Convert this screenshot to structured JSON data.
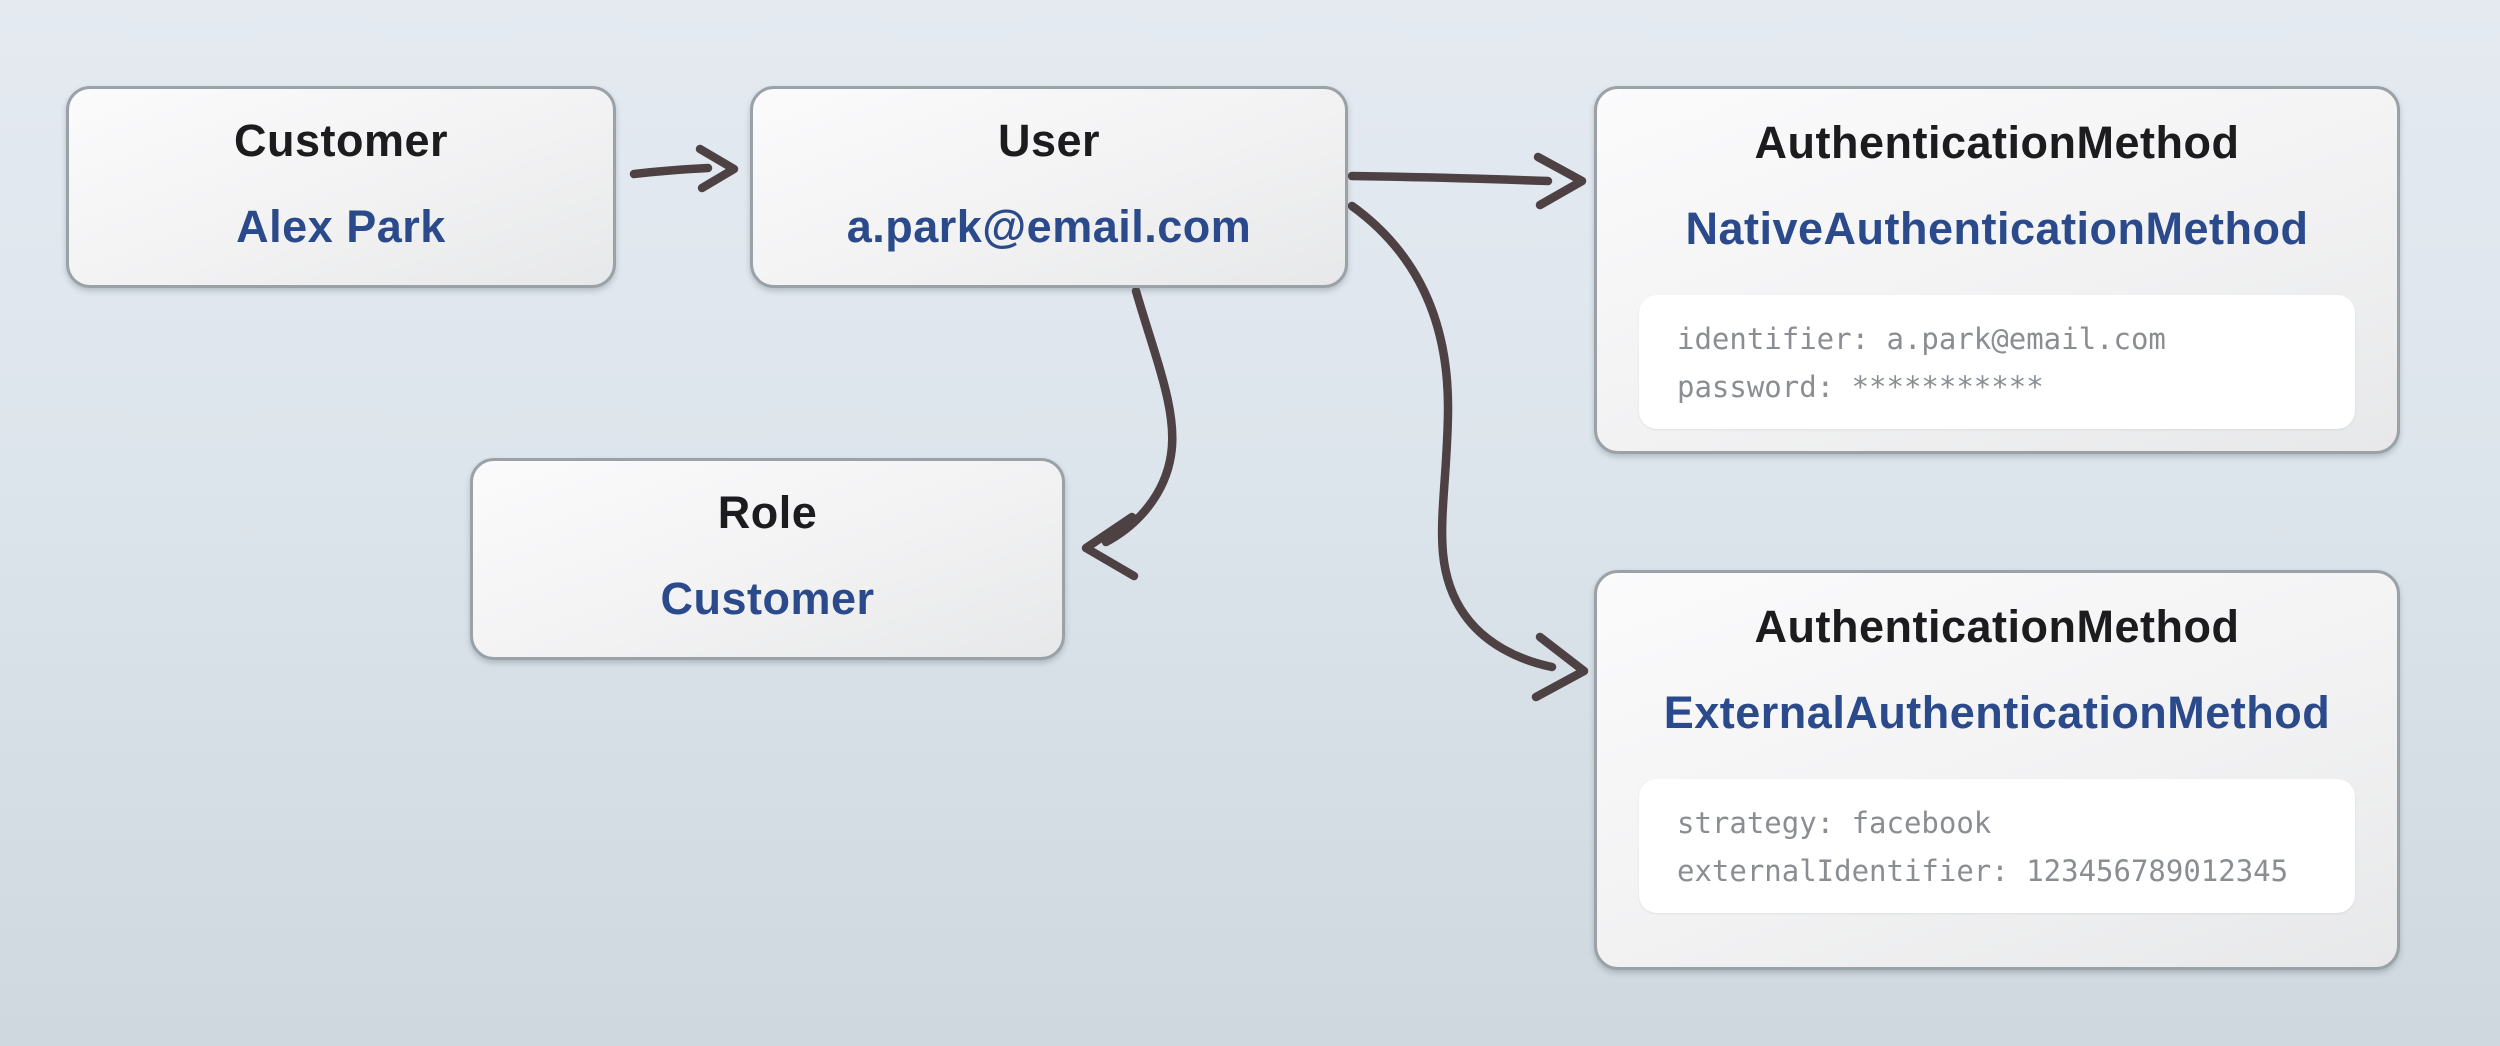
{
  "diagram": {
    "type": "entity-relationship",
    "background": "plain gradient, no chrome"
  },
  "colors": {
    "bg_top": "#e5eaf1",
    "bg_bottom": "#ced8de",
    "box_border": "#9aa2a8",
    "title_color": "#1c1c1e",
    "value_color": "#2a4a8c",
    "attr_text": "#8a8e92",
    "arrow": "#4e4144"
  },
  "nodes": [
    {
      "id": "customer",
      "title": "Customer",
      "value": "Alex Park"
    },
    {
      "id": "user",
      "title": "User",
      "value": "a.park@email.com"
    },
    {
      "id": "role",
      "title": "Role",
      "value": "Customer"
    },
    {
      "id": "auth-native",
      "title": "AuthenticationMethod",
      "value": "NativeAuthenticationMethod",
      "attributes": [
        "identifier: a.park@email.com",
        "password: ***********"
      ]
    },
    {
      "id": "auth-external",
      "title": "AuthenticationMethod",
      "value": "ExternalAuthenticationMethod",
      "attributes": [
        "strategy: facebook",
        "externalIdentifier: 123456789012345"
      ]
    }
  ],
  "edges": [
    {
      "from": "Customer (Alex Park)",
      "to": "User (a.park@email.com)"
    },
    {
      "from": "User (a.park@email.com)",
      "to": "AuthenticationMethod (NativeAuthenticationMethod)"
    },
    {
      "from": "User (a.park@email.com)",
      "to": "Role (Customer)"
    },
    {
      "from": "User (a.park@email.com)",
      "to": "AuthenticationMethod (ExternalAuthenticationMethod)"
    }
  ]
}
